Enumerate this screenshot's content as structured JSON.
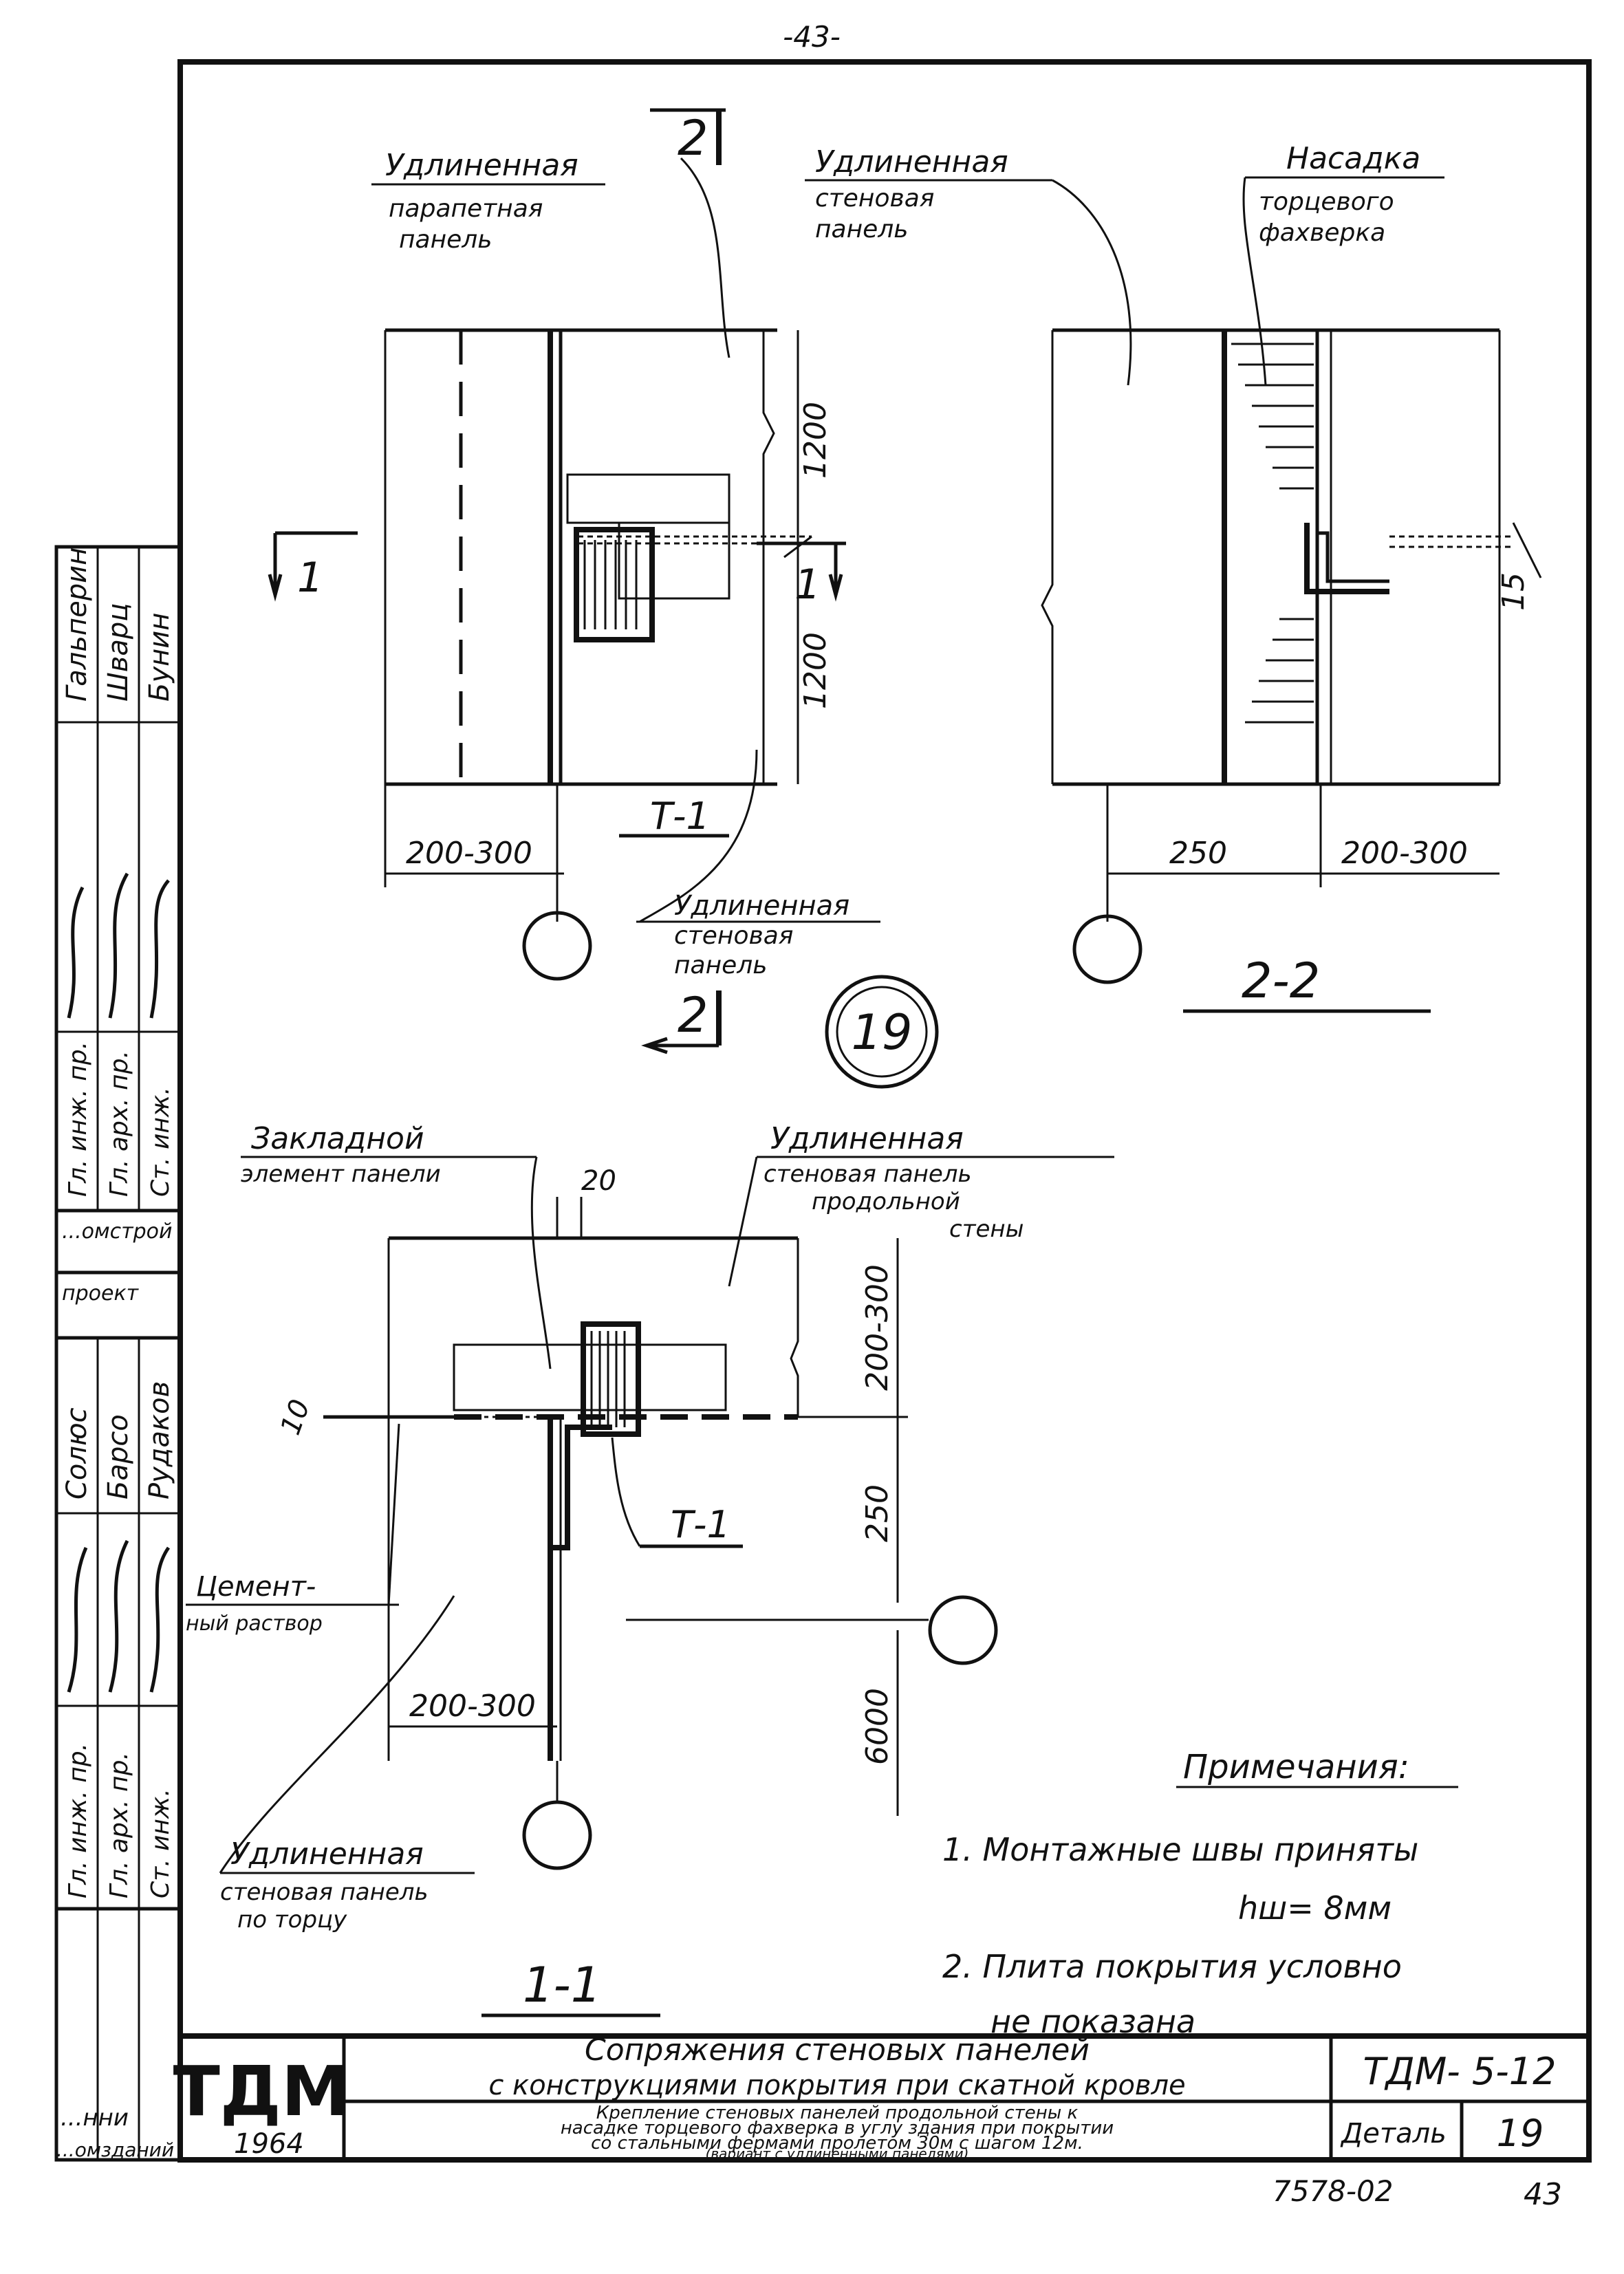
{
  "page_number_top": "-43-",
  "view_top_left": {
    "label_parapet": "Удлиненная",
    "label_parapet_2": "парапетная",
    "label_parapet_3": "панель",
    "label_bottom": "Удлиненная",
    "label_bottom_2": "стеновая",
    "label_bottom_3": "панель",
    "dim_upper": "1200",
    "dim_lower": "1200",
    "dim_width": "200-300",
    "tag": "Т-1",
    "section_mark_left": "1",
    "section_mark_right": "1",
    "section_mark_top": "2",
    "section_mark_bottom": "2"
  },
  "view_top_right": {
    "label_wall": "Удлиненная",
    "label_wall_2": "стеновая",
    "label_wall_3": "панель",
    "label_cap": "Насадка",
    "label_cap_2": "торцевого",
    "label_cap_3": "фахверка",
    "dim_left": "250",
    "dim_right": "200-300",
    "dim_joint": "15",
    "section_title": "2-2"
  },
  "detail_number": "19",
  "view_section": {
    "label_embed": "Закладной",
    "label_embed_2": "элемент панели",
    "label_long": "Удлиненная",
    "label_long_2": "стеновая панель",
    "label_long_3": "продольной",
    "label_long_4": "стены",
    "label_mortar": "Цемент-",
    "label_mortar_2": "ный раствор",
    "label_end": "Удлиненная",
    "label_end_2": "стеновая панель",
    "label_end_3": "по торцу",
    "dim_20": "20",
    "dim_10": "10",
    "dim_200_300_v": "200-300",
    "dim_250": "250",
    "dim_6000": "6000",
    "dim_200_300_h": "200-300",
    "tag": "Т-1",
    "section_title": "1-1"
  },
  "notes": {
    "heading": "Примечания:",
    "n1": "1. Монтажные швы приняты",
    "n1b": "hш= 8мм",
    "n2": "2. Плита покрытия условно",
    "n2b": "не показана"
  },
  "stamp": {
    "roles_top": [
      "Гл. инж. пр.",
      "Гл. арх. пр.",
      "Ст. инж."
    ],
    "names_top": [
      "Гальперин",
      "Шварц",
      "Бунин"
    ],
    "org": "...омстрой",
    "org_2": "проект",
    "roles_bottom": [
      "Гл. инж. пр.",
      "Гл. арх. пр.",
      "Ст. инж."
    ],
    "names_bottom": [
      "Солюс",
      "Барсо",
      "Рудаков"
    ],
    "logo": "ТДМ",
    "year": "1964",
    "title_1": "Сопряжения стеновых панелей",
    "title_2": "с конструкциями покрытия при скатной кровле",
    "subtitle_1": "Крепление стеновых панелей продольной стены к",
    "subtitle_2": "насадке торцевого фахверка в углу здания при покрытии",
    "subtitle_3": "со стальными фермами пролетом 30м с шагом 12м.",
    "subtitle_4": "(вариант с удлиненными панелями)",
    "series": "ТДМ- 5-12",
    "detail_label": "Деталь",
    "detail_value": "19",
    "bottom_left_1": "...нни",
    "bottom_left_2": "...омзданий",
    "archive_no": "7578-02",
    "sheet_no": "43"
  }
}
